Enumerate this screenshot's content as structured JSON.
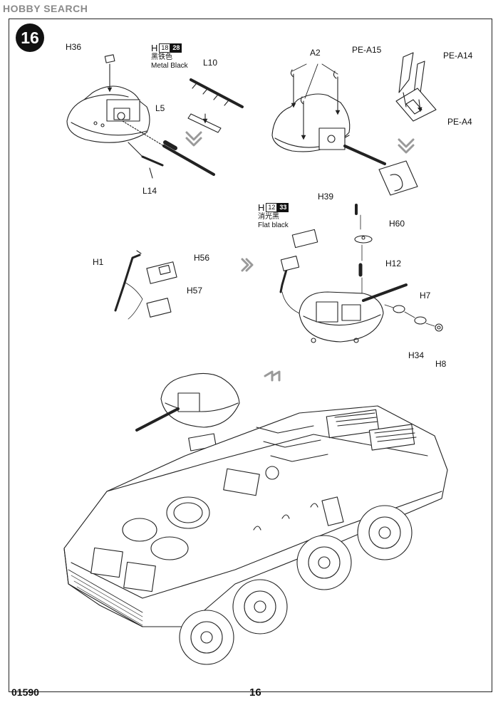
{
  "watermark": "HOBBY SEARCH",
  "step_number": "16",
  "parts": {
    "h36": "H36",
    "l10": "L10",
    "l5": "L5",
    "l14": "L14",
    "a2": "A2",
    "pe_a15": "PE-A15",
    "pe_a14": "PE-A14",
    "pe_a4": "PE-A4",
    "h39": "H39",
    "h60": "H60",
    "h12": "H12",
    "h7": "H7",
    "h34": "H34",
    "h8": "H8",
    "h1": "H1",
    "h56": "H56",
    "h57": "H57"
  },
  "paint_callouts": [
    {
      "letter": "H",
      "code_a": "18",
      "code_b": "28",
      "chinese": "黑铁色",
      "english": "Metal  Black"
    },
    {
      "letter": "H",
      "code_a": "12",
      "code_b": "33",
      "chinese": "消光黑",
      "english": "Flat black"
    }
  ],
  "footer": {
    "product_code": "01590",
    "page_number": "16"
  }
}
